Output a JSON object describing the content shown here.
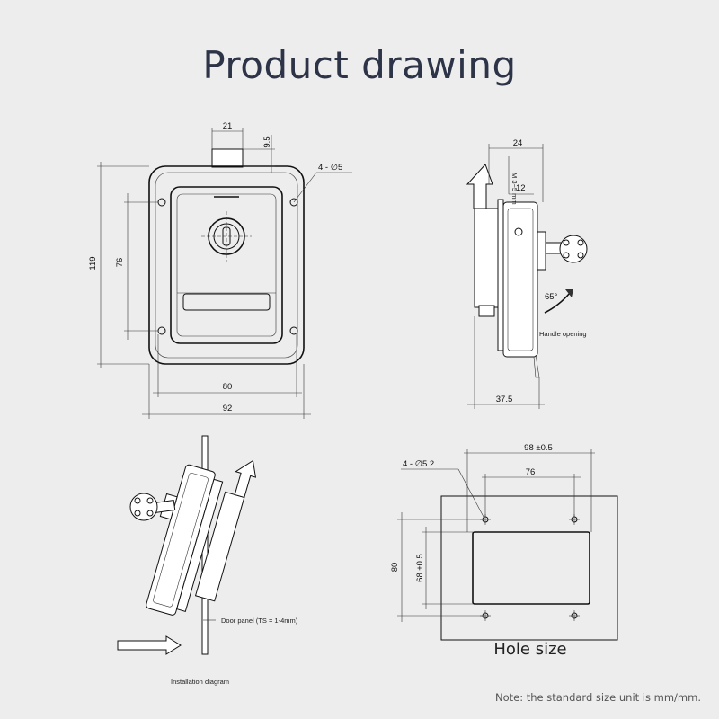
{
  "title": "Product drawing",
  "front_view": {
    "dim_top": "21",
    "dim_top_right": "9.5",
    "dim_holes": "4 - ∅5",
    "dim_height_outer": "119",
    "dim_height_inner": "76",
    "dim_width_inner": "80",
    "dim_width_outer": "92"
  },
  "side_view": {
    "dim_top": "24",
    "dim_panel": "M 3~5 mm",
    "dim_12": "12",
    "dim_bottom": "37.5",
    "angle": "65°",
    "handle_opening": "Handle opening"
  },
  "installation": {
    "door_panel": "Door panel (TS = 1-4mm)",
    "caption": "Installation diagram"
  },
  "hole_size": {
    "dim_width": "98 ±0.5",
    "dim_holes": "4 - ∅5.2",
    "dim_inner_width": "76",
    "dim_height": "80",
    "dim_inner_height": "68 ±0.5",
    "label": "Hole size"
  },
  "note": "Note: the standard size unit is mm/mm."
}
